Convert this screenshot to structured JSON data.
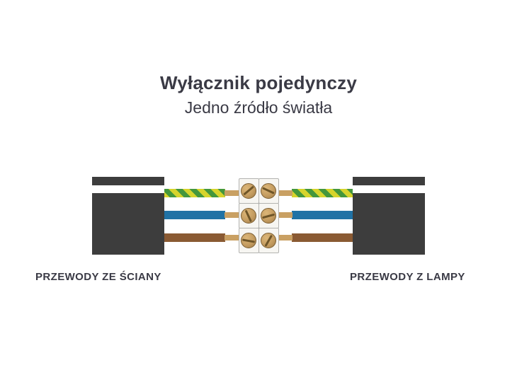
{
  "header": {
    "title": "Wyłącznik pojedynczy",
    "subtitle": "Jedno źródło światła"
  },
  "diagram": {
    "left_cable_label": "PRZEWODY ZE ŚCIANY",
    "right_cable_label": "PRZEWODY Z LAMPY",
    "terminal_block": {
      "rows": 3,
      "screws_per_row": 2
    },
    "wires": [
      {
        "name": "protective-earth-wire",
        "appearance": "green-yellow striped"
      },
      {
        "name": "neutral-wire",
        "appearance": "blue"
      },
      {
        "name": "live-wire",
        "appearance": "brown"
      }
    ],
    "colors": {
      "text": "#3a3a45",
      "cable_sheath": "#3d3d3d",
      "cable_stripe": "#ffffff",
      "ground_yellow": "#d6d42c",
      "ground_green": "#44973c",
      "neutral_blue": "#2072a5",
      "live_brown": "#8a5a33",
      "bare_copper": "#c9a063",
      "screw_brass": "#c49c60",
      "screw_border": "#7c5f33"
    }
  }
}
